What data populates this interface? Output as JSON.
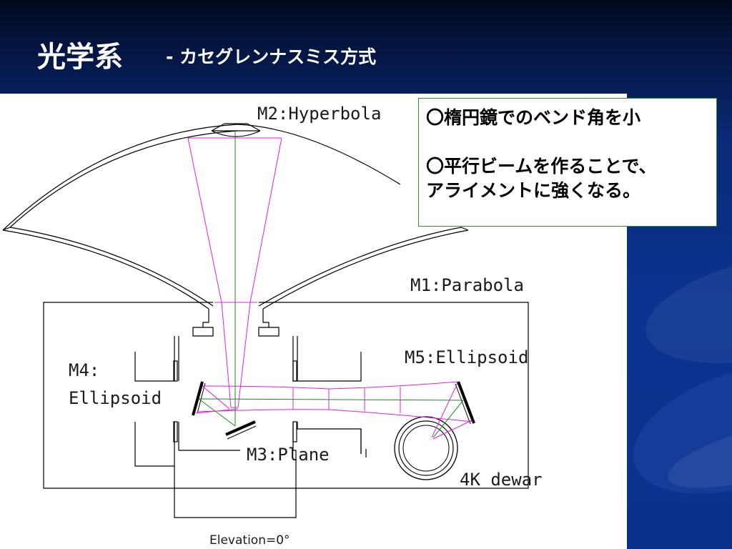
{
  "slide": {
    "title": "光学系",
    "subtitle": "- カセグレンナスミス方式"
  },
  "notes": {
    "line1": "〇楕円鏡でのベンド角を小",
    "line2": "〇平行ビームを作ることで、",
    "line3": "アライメントに強くなる。"
  },
  "diagram": {
    "labels": {
      "m2": "M2:Hyperbola",
      "m1": "M1:Parabola",
      "m4_line1": "M4:",
      "m4_line2": "Ellipsoid",
      "m5": "M5:Ellipsoid",
      "m3": "M3:Plane",
      "dewar": "4K dewar",
      "elevation": "Elevation=0°"
    },
    "colors": {
      "structure": "#000000",
      "beam": "#e020e0",
      "axis": "#1f8a1f"
    }
  }
}
